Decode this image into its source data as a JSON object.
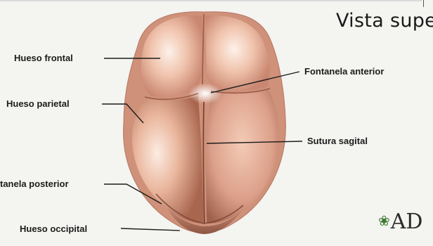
{
  "title": "Vista supe",
  "labels": {
    "frontal": "Hueso frontal",
    "parietal": "Hueso parietal",
    "posterior_fontanelle": "tanela posterior",
    "occipital": "Hueso occipital",
    "anterior_fontanelle": "Fontanela anterior",
    "sagittal_suture": "Sutura sagital"
  },
  "logo_text": "AD",
  "colors": {
    "skull_base": "#d59a80",
    "skull_light": "#fbe9df",
    "skull_shadow": "#9a5d48",
    "suture": "#7a4434",
    "leader_line": "#1c1c1c",
    "logo_leaf": "#3f7a32"
  }
}
